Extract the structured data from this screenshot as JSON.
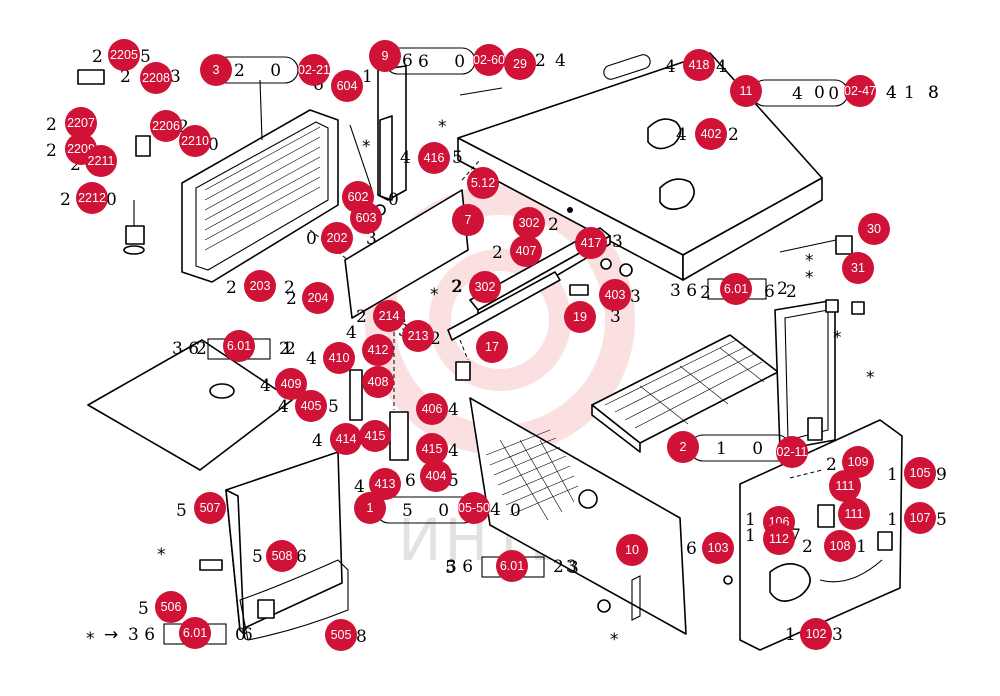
{
  "watermark": {
    "text": "ИНТЕХ",
    "color": "#f6c8c8"
  },
  "colors": {
    "hotspot": "#cf1236",
    "hotspot_text": "#ffffff",
    "line": "#000000"
  },
  "hotspots": [
    "2205",
    "2208",
    "2207",
    "2206",
    "2210",
    "2209",
    "2211",
    "2212",
    "3",
    "604",
    "9",
    "02-60",
    "29",
    "418",
    "11",
    "02-47",
    "402",
    "416",
    "5.12",
    "602",
    "603",
    "202",
    "203",
    "204",
    "7",
    "302",
    "407",
    "417",
    "302",
    "403",
    "19",
    "214",
    "213",
    "17",
    "6.01",
    "410",
    "412",
    "409",
    "408",
    "405",
    "406",
    "414",
    "415",
    "413",
    "404",
    "415",
    "1",
    "05-50",
    "507",
    "508",
    "506",
    "505",
    "6.01",
    "10",
    "6.01",
    "6.01",
    "30",
    "31",
    "2",
    "02-11",
    "109",
    "105",
    "111",
    "111",
    "107",
    "106",
    "112",
    "108",
    "103",
    "102",
    "02-21"
  ],
  "part_labels": [
    "2",
    "5",
    "2",
    "3",
    "2",
    "2",
    "2",
    "0",
    "2",
    "2",
    "0",
    "2",
    "2",
    "3",
    "2",
    "0",
    "2",
    "6",
    "0",
    "2",
    "1",
    "4",
    "6",
    "4",
    "4",
    "8",
    "4",
    "0",
    "4",
    "1",
    "8",
    "4",
    "2",
    "4",
    "5",
    "2",
    "2",
    "2",
    "2",
    "2",
    "4",
    "2",
    "2",
    "3",
    "2",
    "3",
    "3",
    "2",
    "2",
    "3",
    "6",
    "2",
    "4",
    "4",
    "4",
    "4",
    "4",
    "5",
    "4",
    "6",
    "4",
    "5",
    "4",
    "4",
    "5",
    "0",
    "5",
    "6",
    "5",
    "8",
    "5",
    "3",
    "6",
    "2",
    "1",
    "1",
    "9",
    "1",
    "5",
    "1",
    "7",
    "1",
    "2",
    "1",
    "1",
    "3",
    "1",
    "2",
    "2",
    "3",
    "6",
    "2",
    "0"
  ],
  "callouts": [
    {
      "prefix": "2",
      "digits": "2 0",
      "badge": "02-21"
    },
    {
      "prefix": "",
      "digits": "6 0",
      "badge": "02-60"
    },
    {
      "prefix": "",
      "digits": "4 0",
      "badge": "02-47"
    },
    {
      "prefix": "",
      "digits": "1 0",
      "badge": "02-11"
    },
    {
      "prefix": "",
      "digits": "5 0",
      "badge": "05-50"
    }
  ],
  "group_refs": [
    {
      "left": "3 6",
      "badge": "6.01",
      "right": "2"
    },
    {
      "left": "3 6",
      "badge": "6.01",
      "right": "2"
    },
    {
      "left": "3 6",
      "badge": "6.01",
      "right": "2"
    },
    {
      "left": "3 6",
      "badge": "6.01",
      "right": "0"
    }
  ],
  "markers": {
    "star": "*",
    "arrow": "→"
  }
}
